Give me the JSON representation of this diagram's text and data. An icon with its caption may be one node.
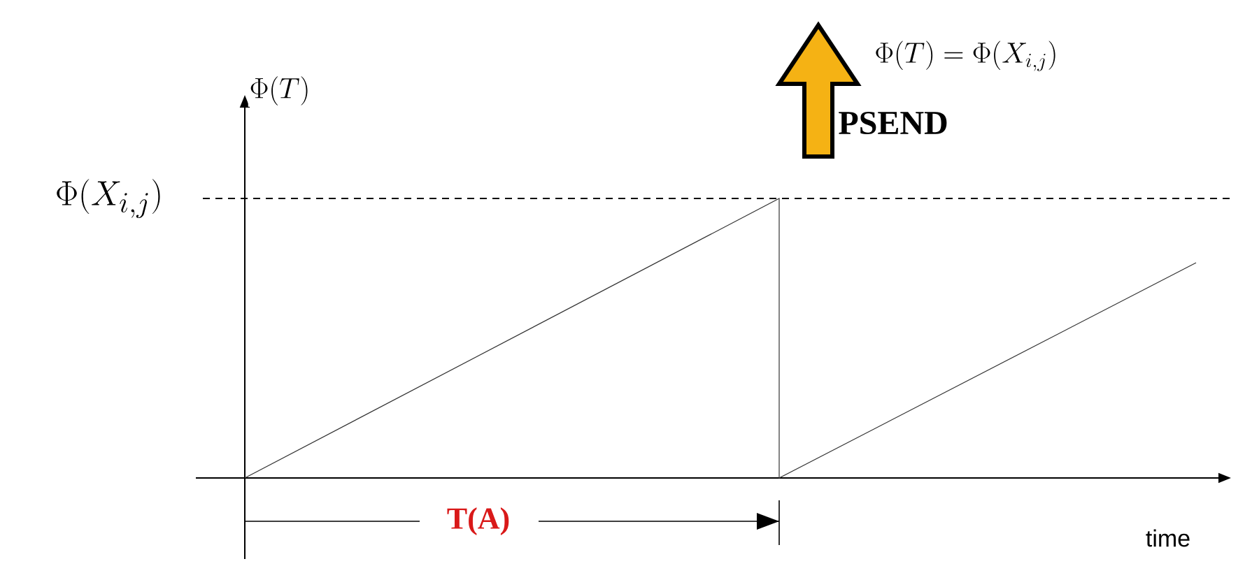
{
  "diagram": {
    "labels": [
      "\\Phi(T) = \\Phi(X_{i,j})",
      "PSEND",
      "\\Phi(T)",
      "\\Phi(X_{i,j})",
      "T(A)",
      "time"
    ]
  }
}
